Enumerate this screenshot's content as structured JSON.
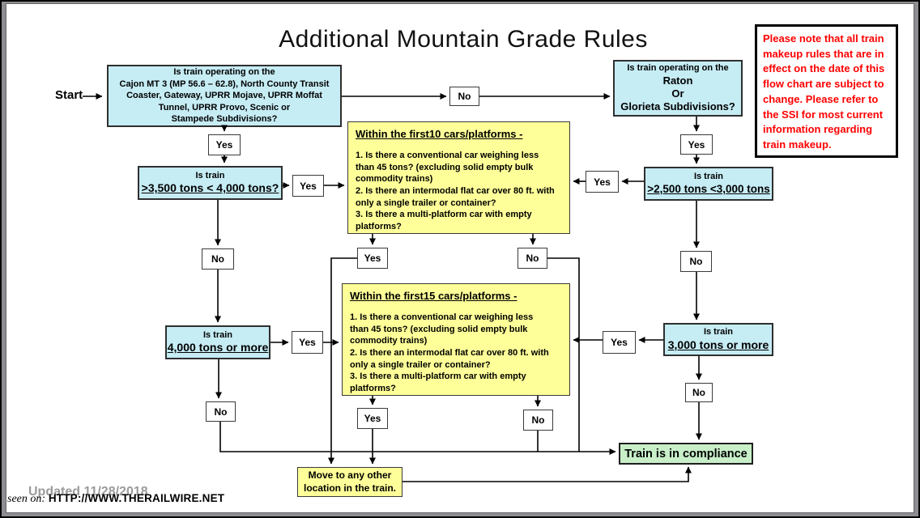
{
  "page": {
    "title": "Additional Mountain Grade Rules",
    "updated": "Updated 11/28/2018",
    "watermark_prefix": "seen on:",
    "watermark_url": "HTTP://WWW.THERAILWIRE.NET"
  },
  "note_text": "Please note that all train\nmakeup rules that are in\neffect on the date of this\nflow chart are subject to\nchange.  Please refer to\nthe SSI for most current\ninformation regarding\ntrain makeup.",
  "labels": {
    "start": "Start",
    "yes": "Yes",
    "no": "No"
  },
  "nodes": {
    "subdivisions": "Is train operating on the\nCajon MT 3 (MP 56.6 – 62.8), North County Transit\nCoaster, Gateway, UPRR Mojave, UPRR Moffat\nTunnel, UPRR Provo, Scenic or\nStampede Subdivisions?",
    "raton": {
      "line1": "Is train operating on the",
      "rest": "Raton\nOr\nGlorieta Subdivisions?"
    },
    "t3500": {
      "line1": "Is train",
      "line2": ">3,500 tons < 4,000 tons?"
    },
    "t2500": {
      "line1": "Is train",
      "line2": ">2,500 tons <3,000 tons"
    },
    "t4000": {
      "line1": "Is train",
      "line2": "4,000 tons or more"
    },
    "t3000": {
      "line1": "Is train",
      "line2": "3,000 tons or more"
    },
    "first10": {
      "heading": "Within the first10 cars/platforms - ",
      "body": "1.  Is there a conventional car weighing less\nthan 45 tons? (excluding solid empty bulk\ncommodity trains)\n2.  Is there an intermodal flat car over 80 ft. with\nonly a single trailer or container?\n3. Is there a multi-platform car with empty\nplatforms?"
    },
    "first15": {
      "heading": "Within the first15 cars/platforms - ",
      "body": "1.  Is there a conventional car weighing less\nthan 45 tons? (excluding solid empty bulk\ncommodity trains)\n2.  Is there an intermodal flat car over 80 ft. with\nonly a single trailer or container?\n3. Is there a multi-platform car with empty\nplatforms?"
    },
    "compliance": "Train is in compliance",
    "move": "Move to any other\nlocation in the train."
  }
}
